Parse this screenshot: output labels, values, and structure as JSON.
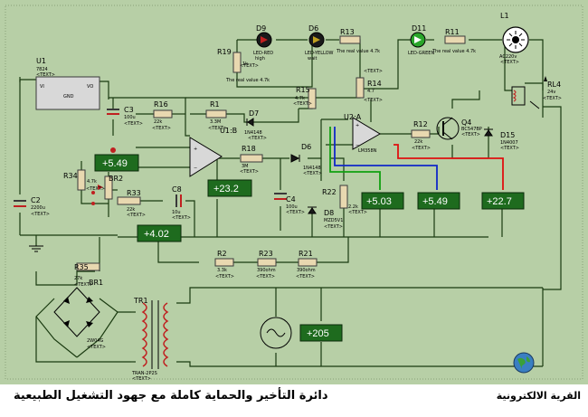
{
  "caption": "دائرة التأخير والحماية كاملة مع جهود التشغيل الطبيعية",
  "brand": "القرية الالكترونية",
  "voltmeters": {
    "vm1": "+5.49",
    "vm2": "+23.2",
    "vm3": "+4.02",
    "vm4": "+5.03",
    "vm5": "+5.49",
    "vm6": "+22.7",
    "vm7": "+205"
  },
  "components": {
    "u1": {
      "name": "U1",
      "type": "7824",
      "pin_vi": "VI",
      "pin_vo": "VO",
      "pin_gnd": "GND"
    },
    "d9": {
      "name": "D9",
      "type": "LED-RED",
      "note": "high"
    },
    "d6_led": {
      "name": "D6",
      "type": "LED-YELLOW",
      "note": "wait"
    },
    "d11": {
      "name": "D11",
      "type": "LED-GREEN"
    },
    "r13": {
      "name": "R13",
      "value": "The real value 4.7k"
    },
    "r11": {
      "name": "R11",
      "value": "The real value 4.7k"
    },
    "l1": {
      "name": "L1",
      "type": "AC220v"
    },
    "r19": {
      "name": "R19",
      "value": "1k",
      "note": "The real value 4.7k"
    },
    "r14": {
      "name": "R14",
      "value": "4.7"
    },
    "rl4": {
      "name": "RL4",
      "value": "24v"
    },
    "c3": {
      "name": "C3",
      "value": "100u"
    },
    "r16": {
      "name": "R16",
      "value": "22k"
    },
    "r1": {
      "name": "R1",
      "value": "3.3M"
    },
    "d7": {
      "name": "D7",
      "type": "1N4148"
    },
    "r15": {
      "name": "R15",
      "value": "4.7k"
    },
    "u2a": {
      "name": "U2:A",
      "type": "LM358N"
    },
    "r12": {
      "name": "R12",
      "value": "22k"
    },
    "q4": {
      "name": "Q4",
      "type": "BC547BP"
    },
    "d15": {
      "name": "D15",
      "type": "1N4007"
    },
    "u1b": {
      "name": "U1:B"
    },
    "r18": {
      "name": "R18",
      "value": "3M"
    },
    "d6": {
      "name": "D6",
      "type": "1N4148"
    },
    "c2": {
      "name": "C2",
      "value": "2200u"
    },
    "r34": {
      "name": "R34",
      "value": "4.7k"
    },
    "br2": {
      "name": "BR2"
    },
    "r33": {
      "name": "R33",
      "value": "22k"
    },
    "c8": {
      "name": "C8",
      "value": "10u"
    },
    "c4": {
      "name": "C4",
      "value": "100u"
    },
    "r22": {
      "name": "R22",
      "value": "2.2k"
    },
    "d8": {
      "name": "D8",
      "type": "MZD5V1"
    },
    "r2": {
      "name": "R2",
      "value": "3.3k"
    },
    "r23": {
      "name": "R23",
      "value": "390ohm"
    },
    "r21": {
      "name": "R21",
      "value": "390ohm"
    },
    "r35": {
      "name": "R35",
      "value": "27k"
    },
    "br1": {
      "name": "BR1",
      "type": "2W04G"
    },
    "tr1": {
      "name": "TR1",
      "type": "TRAN-2P2S"
    }
  },
  "text_tag": "<TEXT>",
  "colors": {
    "sheet_bg": "#b7cfa6",
    "wire": "#1a3a10",
    "voltmeter_fill": "#1e6b1e",
    "probe_red": "#e01010",
    "probe_blue": "#1028c8",
    "probe_green": "#10a010"
  }
}
